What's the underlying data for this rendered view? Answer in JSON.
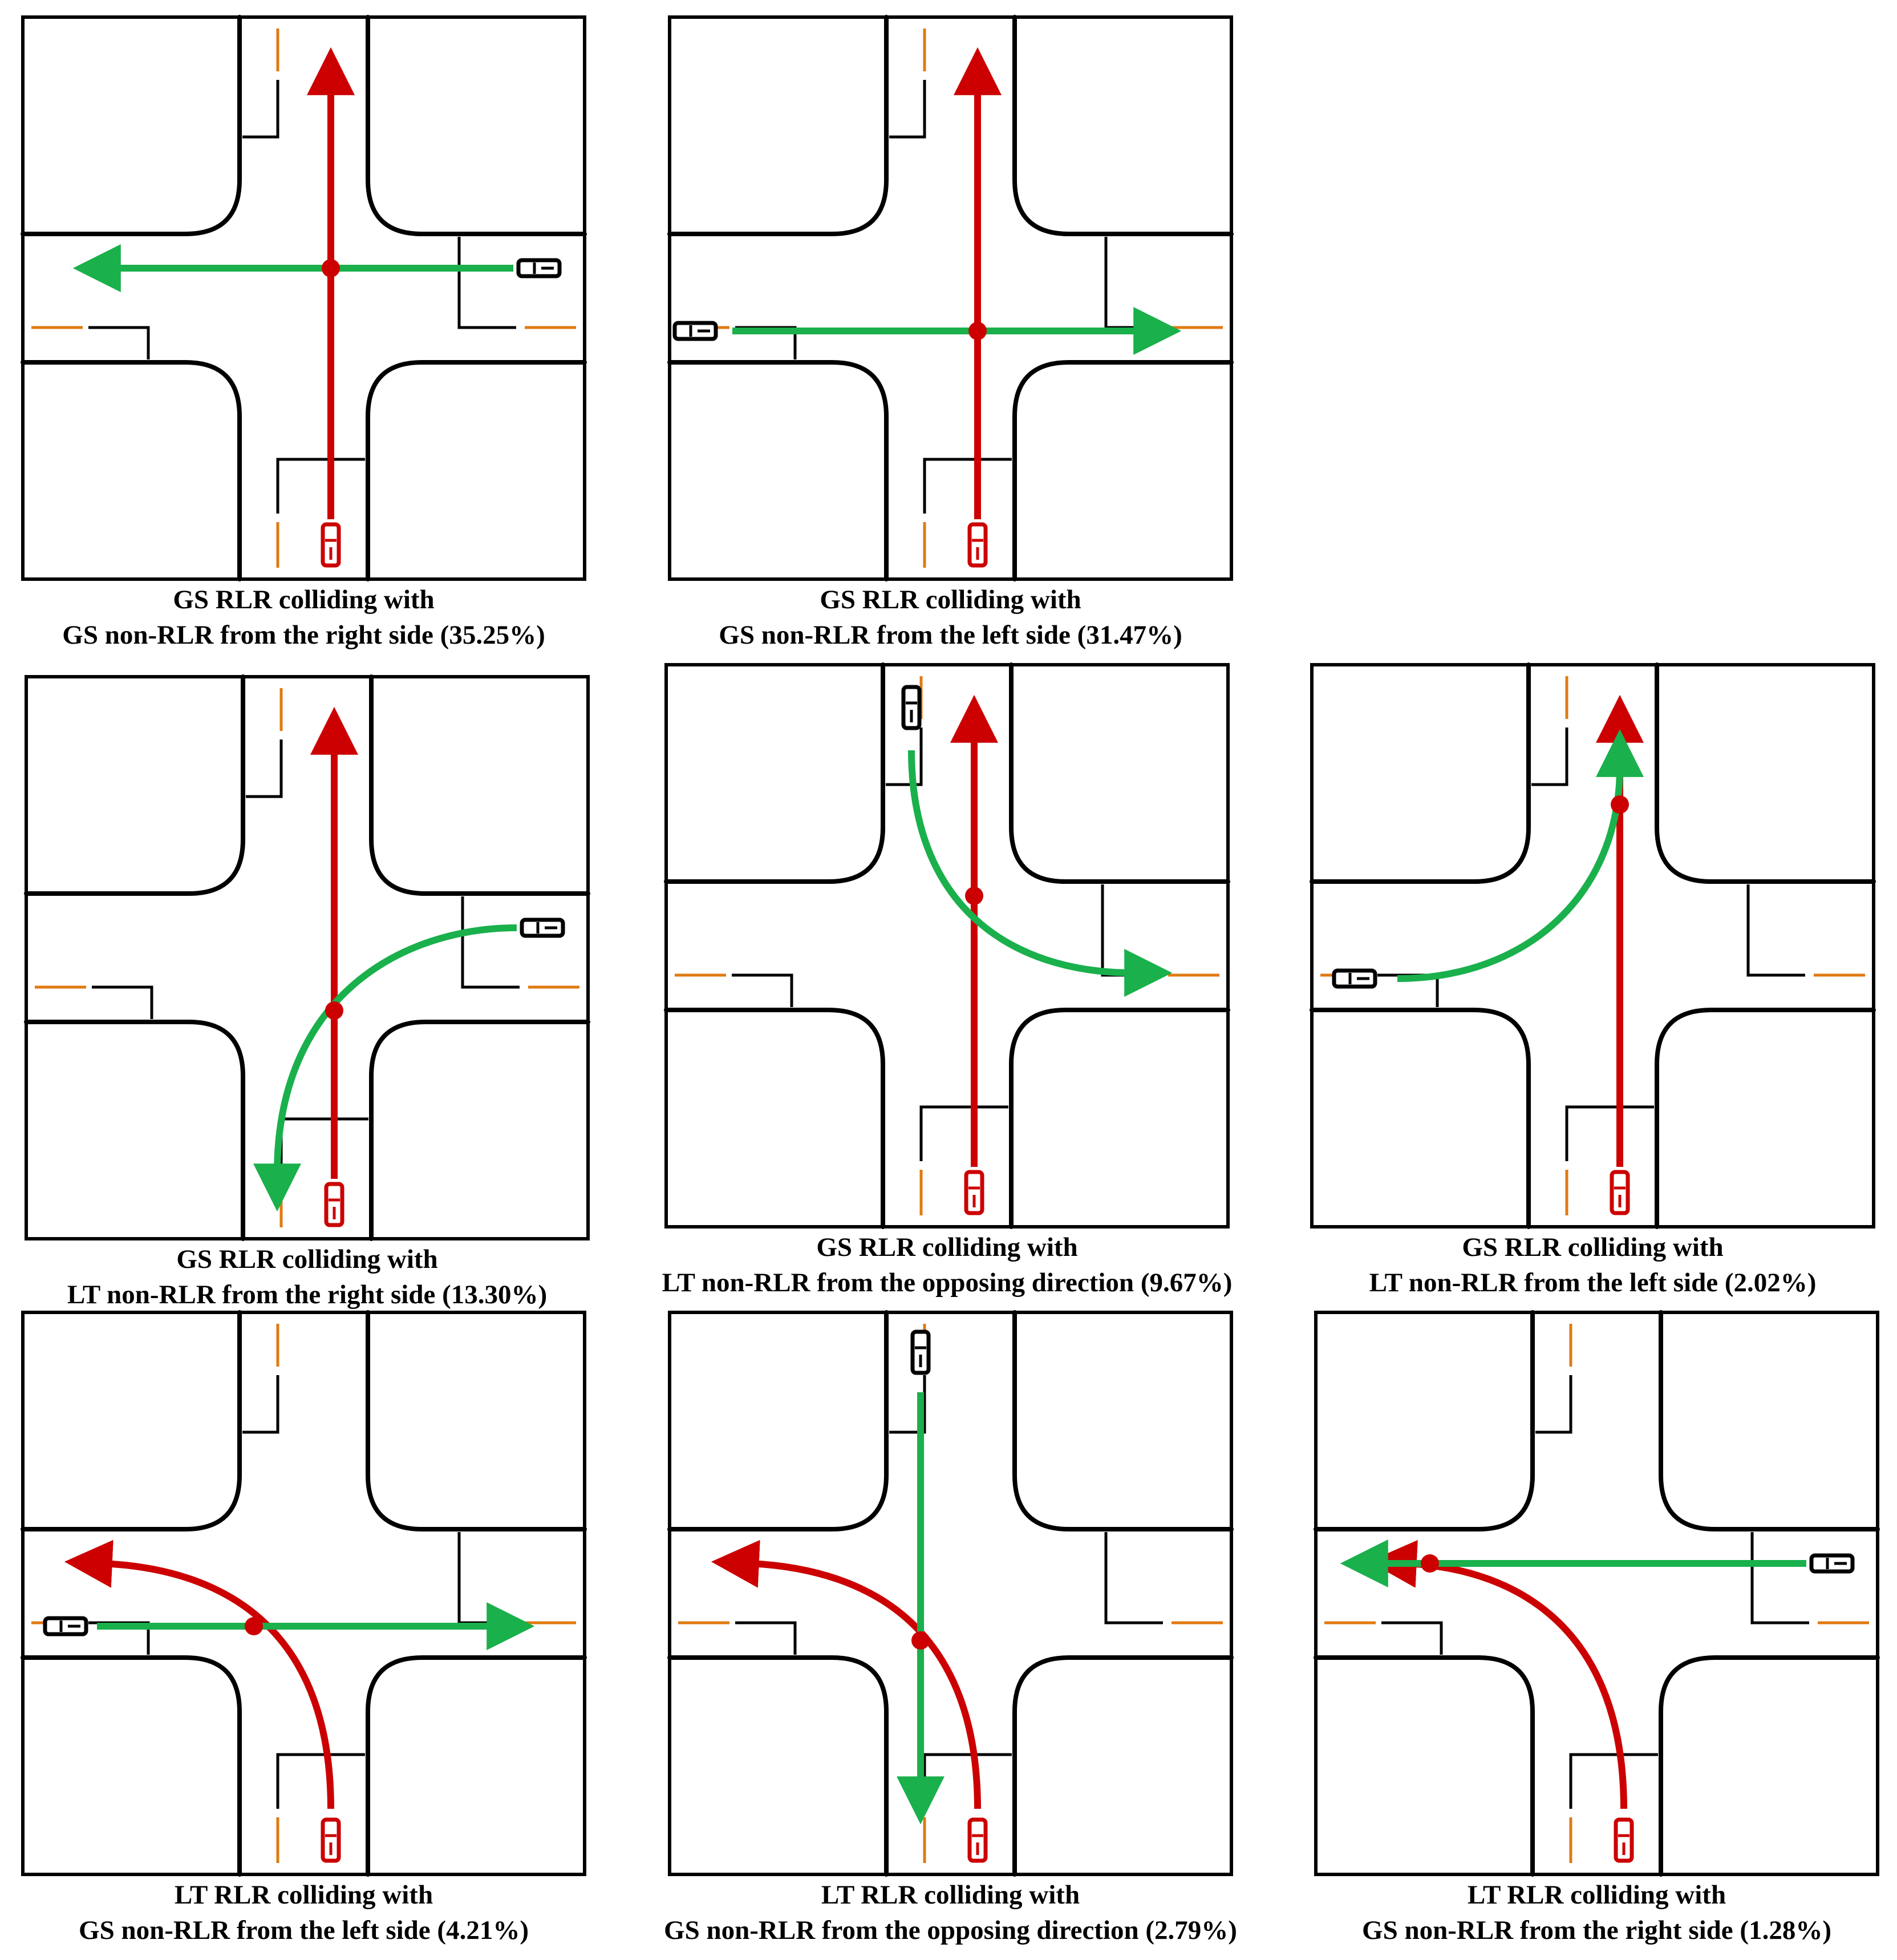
{
  "colors": {
    "rlr_vehicle": "#cc0000",
    "non_rlr_vehicle": "#1ab04c",
    "lane_marking": "#e07a10",
    "road_edge": "#000000",
    "conflict_point": "#cc0000"
  },
  "panels": [
    {
      "id": "gs-rlr-gs-nonrlr-right",
      "caption_line1": "GS RLR colliding with",
      "caption_line2": "GS non-RLR from the right side (35.25%)",
      "share_percent": 35.25,
      "rlr_path": "straight-north",
      "non_rlr_path": "straight-westbound",
      "non_rlr_origin": "east"
    },
    {
      "id": "gs-rlr-gs-nonrlr-left",
      "caption_line1": "GS RLR colliding with",
      "caption_line2": "GS non-RLR from the left side (31.47%)",
      "share_percent": 31.47,
      "rlr_path": "straight-north",
      "non_rlr_path": "straight-eastbound",
      "non_rlr_origin": "west"
    },
    {
      "id": "gs-rlr-lt-nonrlr-right",
      "caption_line1": "GS RLR colliding with",
      "caption_line2": "LT non-RLR from the right side (13.30%)",
      "share_percent": 13.3,
      "rlr_path": "straight-north",
      "non_rlr_path": "left-turn-from-east-to-south",
      "non_rlr_origin": "east"
    },
    {
      "id": "gs-rlr-lt-nonrlr-opposing",
      "caption_line1": "GS RLR colliding with",
      "caption_line2": "LT non-RLR from the opposing direction (9.67%)",
      "share_percent": 9.67,
      "rlr_path": "straight-north",
      "non_rlr_path": "left-turn-from-north-to-east",
      "non_rlr_origin": "north"
    },
    {
      "id": "gs-rlr-lt-nonrlr-left",
      "caption_line1": "GS RLR colliding with",
      "caption_line2": "LT non-RLR from the left side (2.02%)",
      "share_percent": 2.02,
      "rlr_path": "straight-north",
      "non_rlr_path": "left-turn-from-west-to-north",
      "non_rlr_origin": "west"
    },
    {
      "id": "lt-rlr-gs-nonrlr-left",
      "caption_line1": "LT RLR colliding with",
      "caption_line2": "GS non-RLR from the left side (4.21%)",
      "share_percent": 4.21,
      "rlr_path": "left-turn-from-south-to-west",
      "non_rlr_path": "straight-eastbound",
      "non_rlr_origin": "west"
    },
    {
      "id": "lt-rlr-gs-nonrlr-opposing",
      "caption_line1": "LT RLR colliding with",
      "caption_line2": "GS non-RLR from the opposing direction (2.79%)",
      "share_percent": 2.79,
      "rlr_path": "left-turn-from-south-to-west",
      "non_rlr_path": "straight-southbound",
      "non_rlr_origin": "north"
    },
    {
      "id": "lt-rlr-gs-nonrlr-right",
      "caption_line1": "LT RLR colliding with",
      "caption_line2": "GS non-RLR from the right side (1.28%)",
      "share_percent": 1.28,
      "rlr_path": "left-turn-from-south-to-west",
      "non_rlr_path": "straight-westbound",
      "non_rlr_origin": "east"
    }
  ]
}
